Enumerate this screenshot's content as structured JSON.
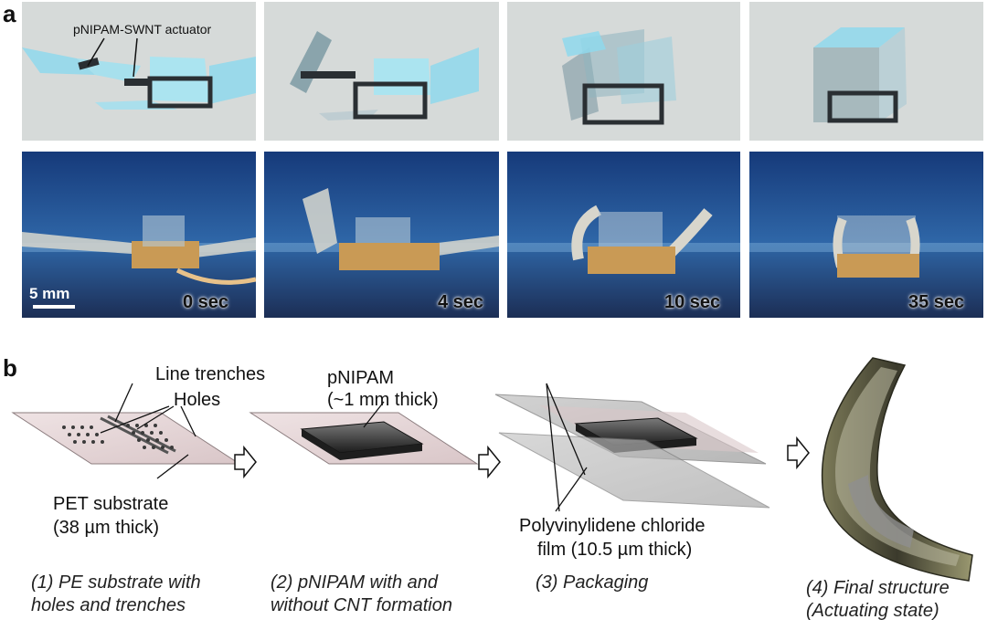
{
  "panel_a": {
    "letter": "a",
    "actuator_label": "pNIPAM-SWNT actuator",
    "scale_bar_label": "5 mm",
    "times": [
      "0 sec",
      "4 sec",
      "10 sec",
      "35 sec"
    ]
  },
  "panel_b": {
    "letter": "b",
    "labels": {
      "line_trenches": "Line trenches",
      "holes": "Holes",
      "pet_substrate_1": "PET substrate",
      "pet_substrate_2": "(38 µm thick)",
      "pnipam_1": "pNIPAM",
      "pnipam_2": "(~1 mm thick)",
      "pvdc_1": "Polyvinylidene chloride",
      "pvdc_2": "film (10.5 µm thick)"
    },
    "captions": [
      {
        "line1": "(1) PE substrate with",
        "line2": "holes and trenches"
      },
      {
        "line1": "(2) pNIPAM with and",
        "line2": "without CNT formation"
      },
      {
        "line1": "(3) Packaging",
        "line2": ""
      },
      {
        "line1": "(4) Final structure",
        "line2": "(Actuating state)"
      }
    ]
  }
}
